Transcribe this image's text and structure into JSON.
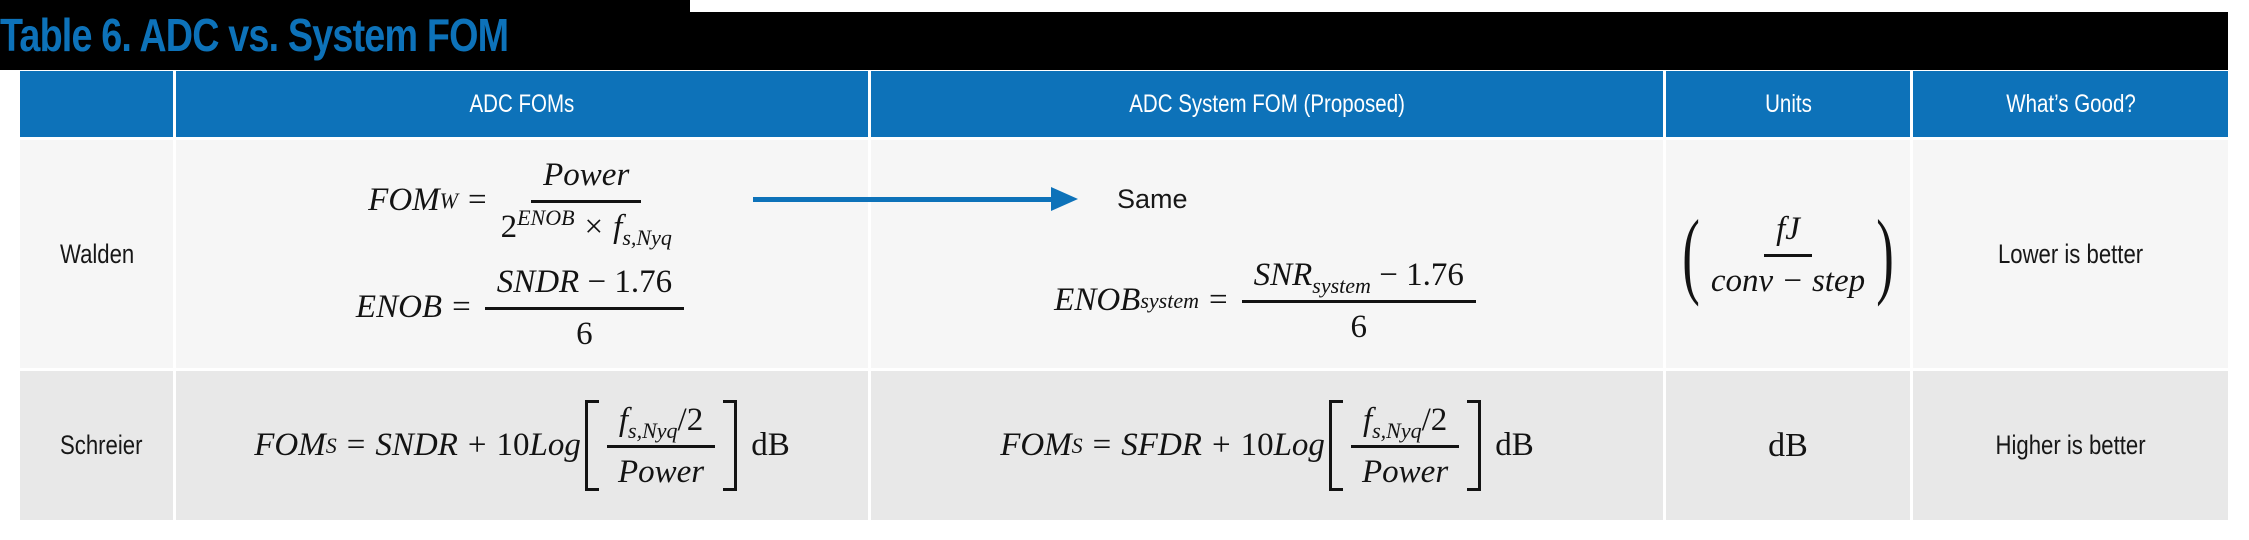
{
  "title": "Table 6. ADC vs. System FOM",
  "colors": {
    "banner_black": "#000000",
    "title_blue": "#0d72b9",
    "header_blue": "#0d72b9",
    "arrow_blue": "#0d72b9",
    "row_light": "#f6f6f6",
    "row_dark": "#e8e8e8"
  },
  "header": {
    "columns": [
      "",
      "ADC FOMs",
      "ADC System FOM (Proposed)",
      "Units",
      "What’s Good?"
    ]
  },
  "rows": {
    "walden": {
      "label": "Walden",
      "fom_w": {
        "lhs": "FOM",
        "lhs_sub": "W",
        "eq": "=",
        "num": "Power",
        "den_base": "2",
        "den_exp": "ENOB",
        "times": "×",
        "den_f": "f",
        "den_f_sub": "s,Nyq"
      },
      "enob": {
        "lhs": "ENOB",
        "eq": "=",
        "num_var": "SNDR",
        "num_rest": " − 1.76",
        "den": "6"
      },
      "same_label": "Same",
      "enob_system": {
        "lhs": "ENOB",
        "lhs_sub": "system",
        "eq": "=",
        "num_var": "SNR",
        "num_sub": "system",
        "num_rest": " − 1.76",
        "den": "6"
      },
      "units": {
        "open": "(",
        "num": "fJ",
        "den": "conv − step",
        "close": ")"
      },
      "good": "Lower is better"
    },
    "schreier": {
      "label": "Schreier",
      "fom_adc": {
        "lhs": "FOM",
        "lhs_sub": "S",
        "eq": "=",
        "term": "SNDR",
        "plus": "+",
        "coef": "10",
        "log": "Log",
        "num_f": "f",
        "num_f_sub": "s,Nyq",
        "num_rest": "/2",
        "den": "Power",
        "unit": "dB"
      },
      "fom_sys": {
        "lhs": "FOM",
        "lhs_sub": "S",
        "eq": "=",
        "term": "SFDR",
        "plus": "+",
        "coef": "10",
        "log": "Log",
        "num_f": "f",
        "num_f_sub": "s,Nyq",
        "num_rest": "/2",
        "den": "Power",
        "unit": "dB"
      },
      "units": "dB",
      "good": "Higher is better"
    }
  }
}
